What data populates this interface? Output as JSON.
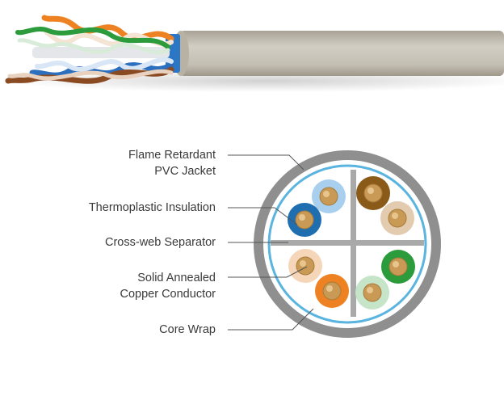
{
  "labels": {
    "jacket": {
      "line1": "Flame Retardant",
      "line2": "PVC Jacket"
    },
    "insulation": "Thermoplastic Insulation",
    "separator": "Cross-web Separator",
    "conductor": {
      "line1": "Solid Annealed",
      "line2": "Copper Conductor"
    },
    "core_wrap": "Core Wrap"
  },
  "colors": {
    "text": "#3a3a3a",
    "leader_line": "#555555",
    "jacket_gray": "#8f8f8f",
    "core_wrap_blue": "#5ab4e0",
    "separator_gray": "#a9a9a9",
    "copper": "#c99a55"
  },
  "pairs": [
    {
      "name": "blue-white",
      "insulation": "#a8cfee"
    },
    {
      "name": "brown",
      "insulation": "#8a5a18"
    },
    {
      "name": "brown-white",
      "insulation": "#e3cbb0"
    },
    {
      "name": "blue",
      "insulation": "#1f6eb0"
    },
    {
      "name": "orange-white",
      "insulation": "#f6d6b8"
    },
    {
      "name": "orange",
      "insulation": "#ee8222"
    },
    {
      "name": "green-white",
      "insulation": "#c6e4c8"
    },
    {
      "name": "green",
      "insulation": "#2c9b3c"
    }
  ]
}
